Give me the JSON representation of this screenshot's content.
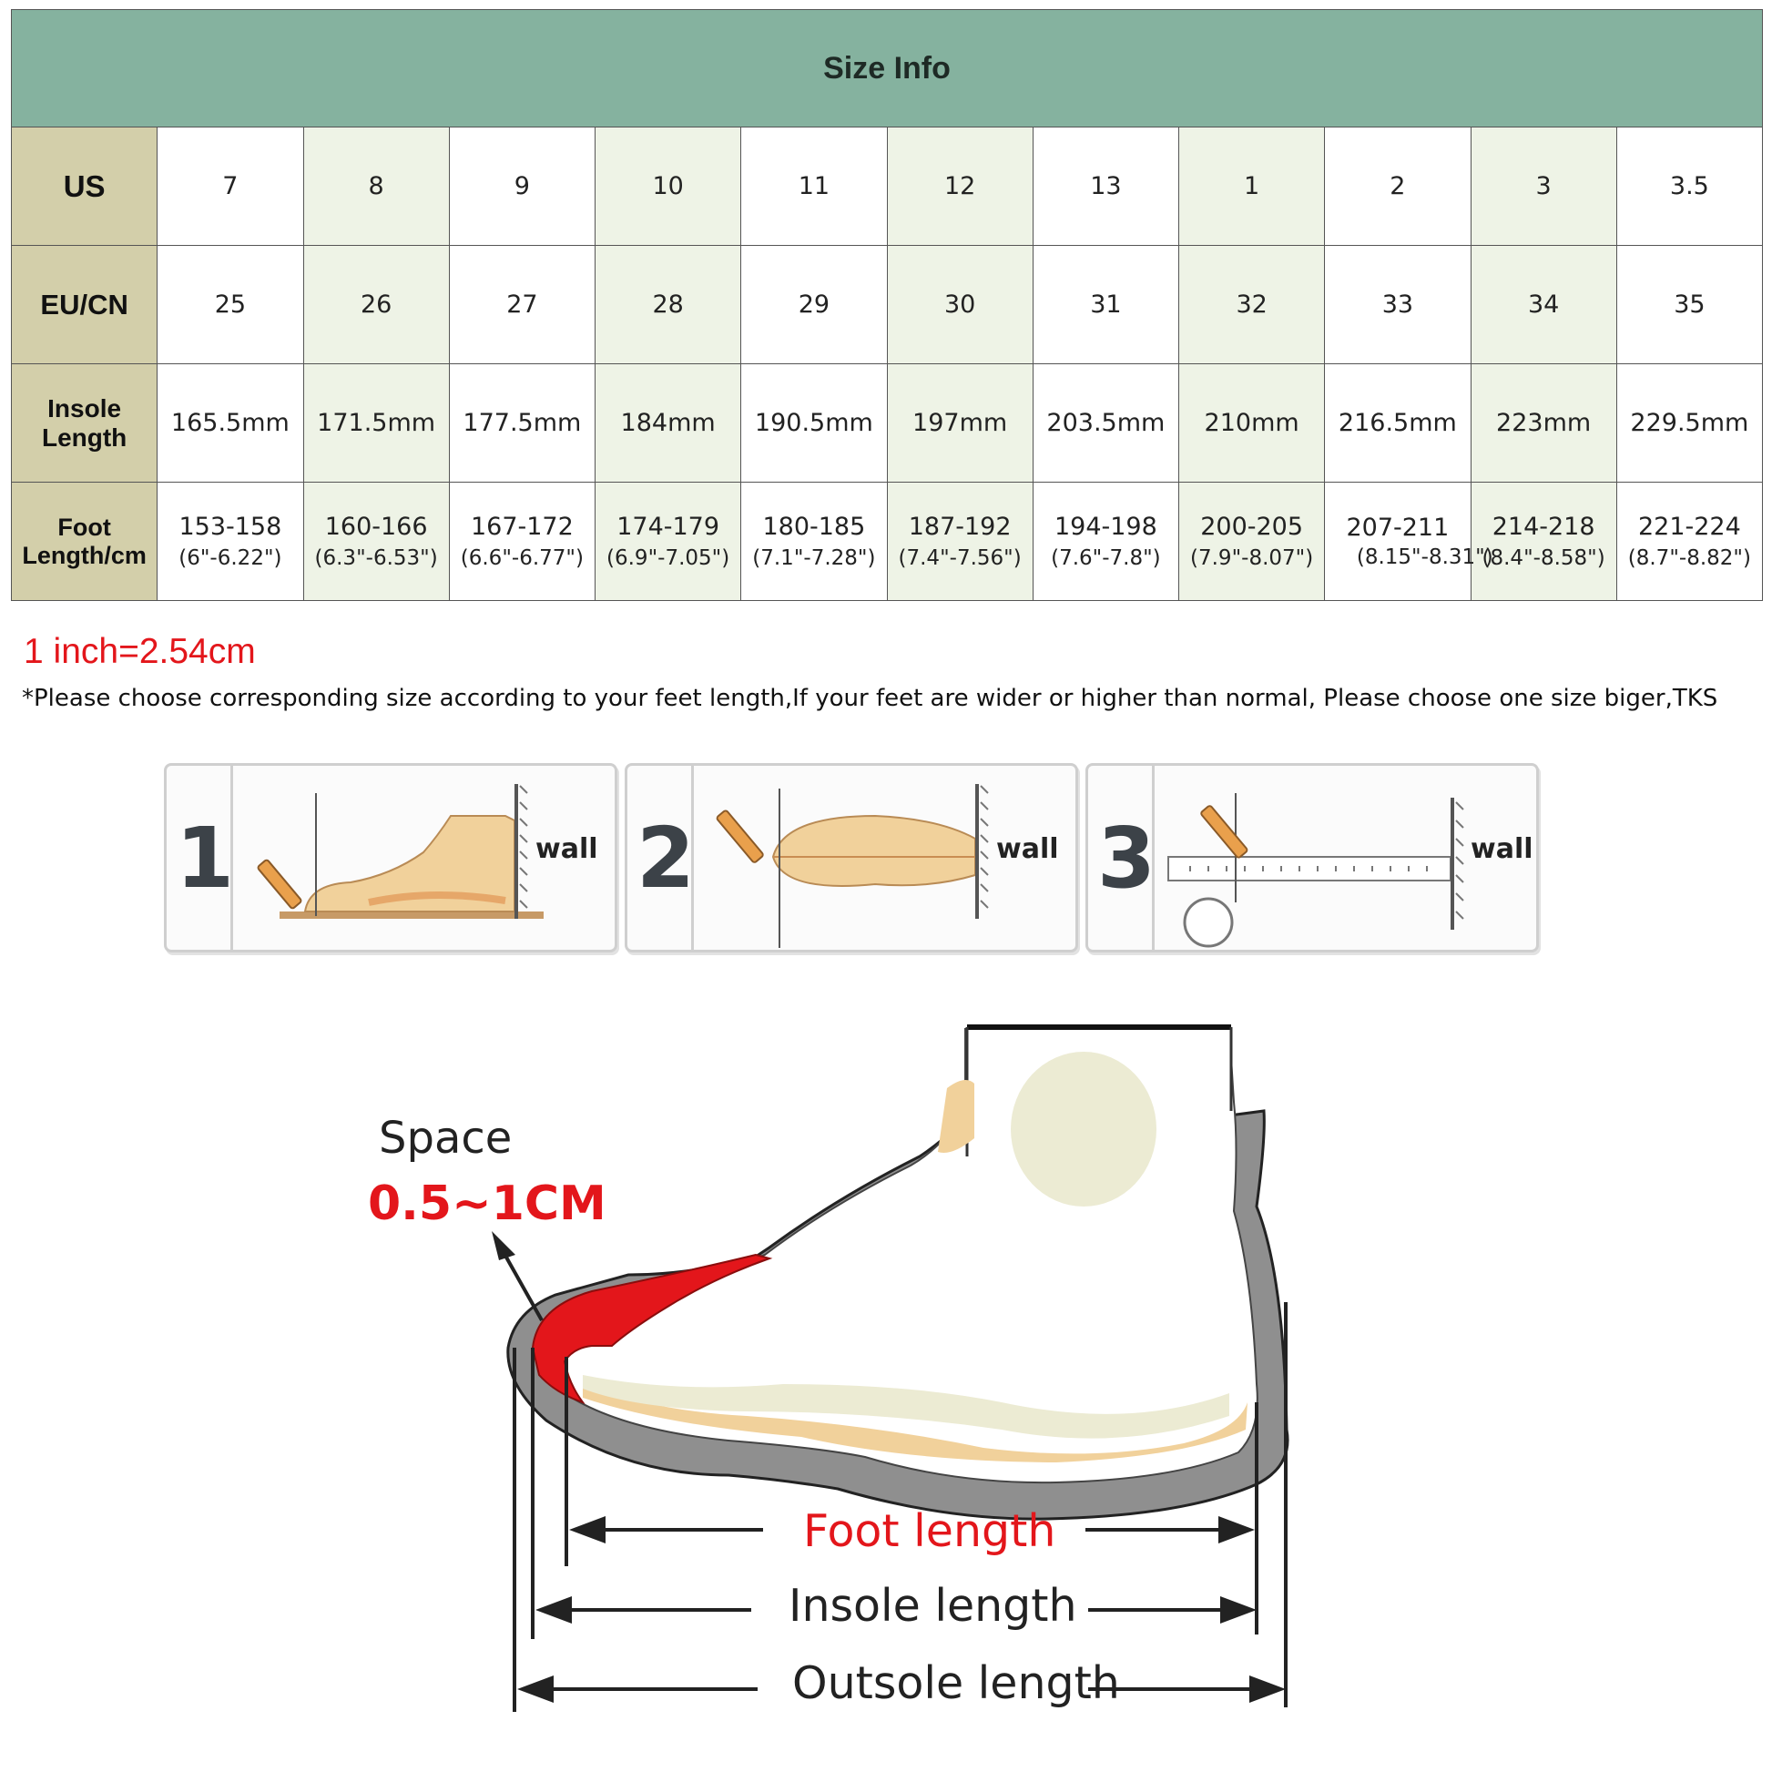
{
  "table": {
    "title": "Size Info",
    "rows": [
      {
        "label": "US",
        "cells": [
          "7",
          "8",
          "9",
          "10",
          "11",
          "12",
          "13",
          "1",
          "2",
          "3",
          "3.5"
        ]
      },
      {
        "label": "EU/CN",
        "cells": [
          "25",
          "26",
          "27",
          "28",
          "29",
          "30",
          "31",
          "32",
          "33",
          "34",
          "35"
        ]
      },
      {
        "label": "Insole Length",
        "cells": [
          "165.5mm",
          "171.5mm",
          "177.5mm",
          "184mm",
          "190.5mm",
          "197mm",
          "203.5mm",
          "210mm",
          "216.5mm",
          "223mm",
          "229.5mm"
        ]
      },
      {
        "label": "Foot Length/cm",
        "cells": [
          "153-158",
          "160-166",
          "167-172",
          "174-179",
          "180-185",
          "187-192",
          "194-198",
          "200-205",
          "207-211",
          "214-218",
          "221-224"
        ],
        "subs": [
          "(6\"-6.22\")",
          "(6.3\"-6.53\")",
          "(6.6\"-6.77\")",
          "(6.9\"-7.05\")",
          "(7.1\"-7.28\")",
          "(7.4\"-7.56\")",
          "(7.6\"-7.8\")",
          "(7.9\"-8.07\")",
          "(8.15\"-8.31\")",
          "(8.4\"-8.58\")",
          "(8.7\"-8.82\")"
        ]
      }
    ]
  },
  "note": {
    "inch": "1 inch=2.54cm",
    "advice": "*Please choose corresponding size according to your feet length,If your feet are wider or higher than normal, Please choose one size biger,TKS"
  },
  "steps": [
    {
      "number": "1",
      "wall_label": "wall"
    },
    {
      "number": "2",
      "wall_label": "wall"
    },
    {
      "number": "3",
      "wall_label": "wall"
    }
  ],
  "diagram": {
    "space_label": "Space",
    "space_value": "0.5~1CM",
    "foot_length": "Foot length",
    "insole_length": "Insole length",
    "outsole_length": "Outsole length",
    "colors": {
      "red": "#e3161b",
      "sole": "#8f8f8f",
      "skin": "#f1d19b"
    }
  }
}
